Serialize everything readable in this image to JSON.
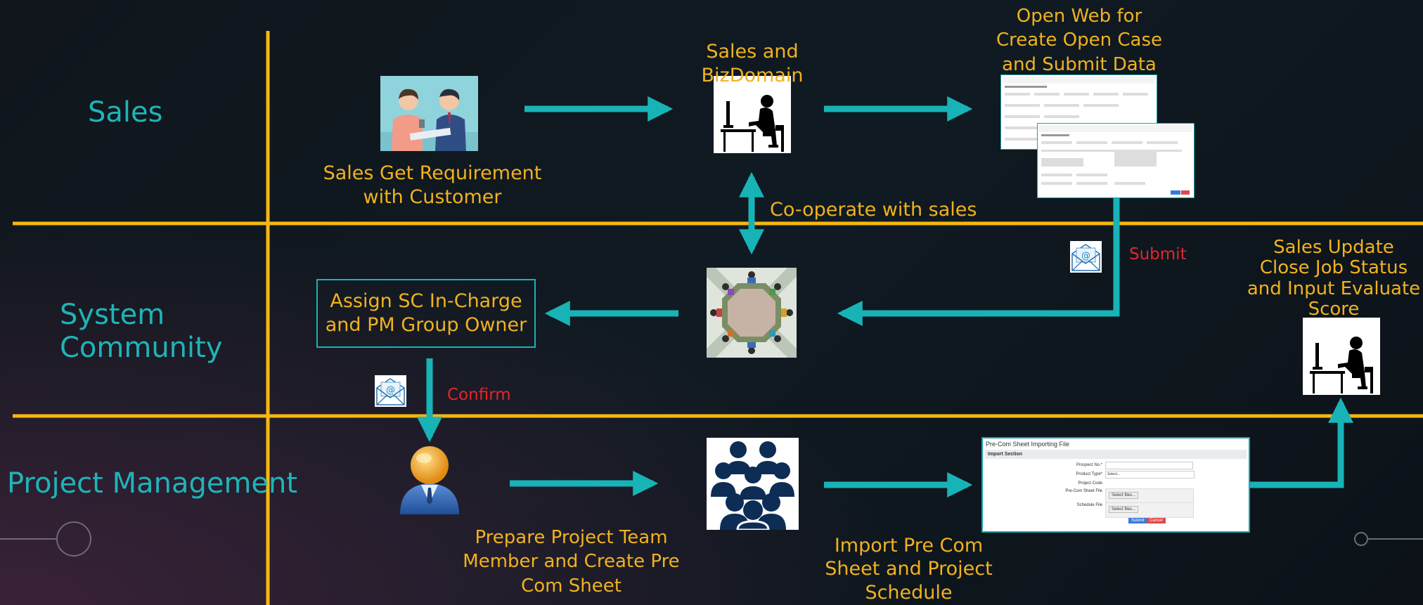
{
  "lanes": {
    "sales": "Sales",
    "system_community": "System Community",
    "project_management": "Project Management"
  },
  "steps": {
    "get_requirement": "Sales Get Requirement with Customer",
    "sales_bizdomain": "Sales and BizDomain",
    "open_web": "Open Web for Create Open Case and Submit Data",
    "cooperate": "Co-operate with sales",
    "submit": "Submit",
    "assign": "Assign SC In-Charge and PM Group Owner",
    "confirm": "Confirm",
    "close_job": "Sales Update Close Job Status and Input Evaluate Score",
    "prepare_team": "Prepare Project Team Member and Create Pre Com Sheet",
    "import_sheet": "Import Pre Com Sheet and Project Schedule"
  },
  "import_form": {
    "title": "Pre-Com Sheet Importing File",
    "section": "Import Section",
    "fields": {
      "prospect_no": "Prospect No.*",
      "product_type": "Product Type*",
      "project_code": "Project Code",
      "precom_file": "Pre-Com Sheet File",
      "schedule_file": "Schedule File"
    },
    "select_placeholder": "Select...",
    "choose_file": "Select files...",
    "submit": "Submit",
    "cancel": "Cancel"
  },
  "colors": {
    "lane_text": "#1fb4b8",
    "step_text": "#f0b21f",
    "divider": "#f5b80f",
    "arrow": "#18b3b6",
    "status_text": "#e3262b"
  }
}
